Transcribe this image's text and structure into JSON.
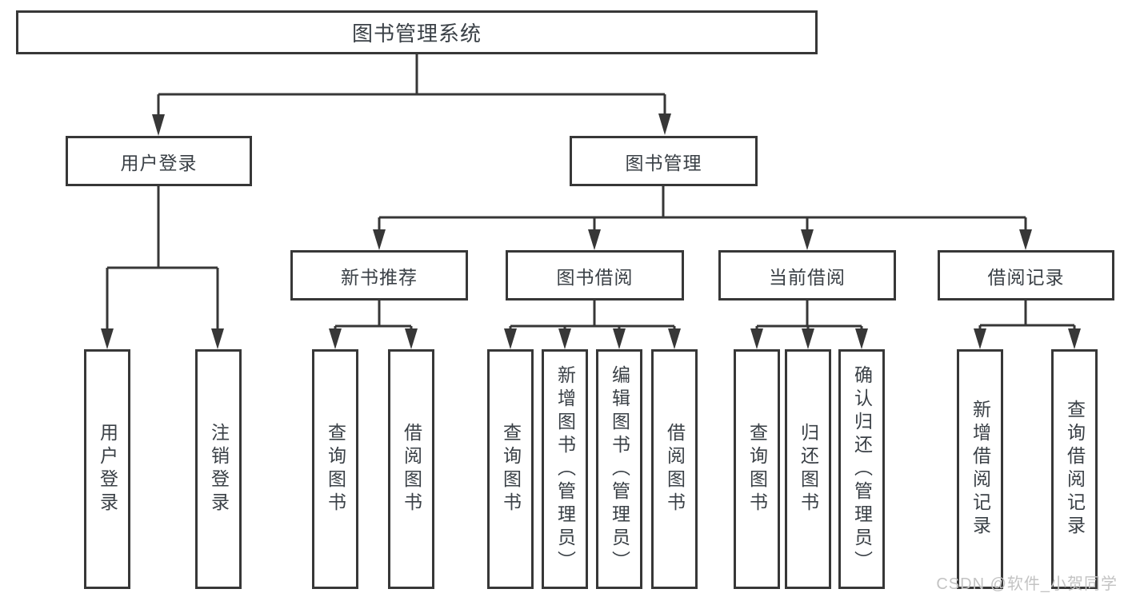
{
  "diagram": {
    "root": {
      "label": "图书管理系统"
    },
    "children": [
      {
        "label": "用户登录",
        "children": [
          {
            "label": "用户登录"
          },
          {
            "label": "注销登录"
          }
        ]
      },
      {
        "label": "图书管理",
        "children": [
          {
            "label": "新书推荐",
            "children": [
              {
                "label": "查询图书"
              },
              {
                "label": "借阅图书"
              }
            ]
          },
          {
            "label": "图书借阅",
            "children": [
              {
                "label": "查询图书"
              },
              {
                "label": "新增图书（管理员）"
              },
              {
                "label": "编辑图书（管理员）"
              },
              {
                "label": "借阅图书"
              }
            ]
          },
          {
            "label": "当前借阅",
            "children": [
              {
                "label": "查询图书"
              },
              {
                "label": "归还图书"
              },
              {
                "label": "确认归还（管理员）"
              }
            ]
          },
          {
            "label": "借阅记录",
            "children": [
              {
                "label": "新增借阅记录"
              },
              {
                "label": "查询借阅记录"
              }
            ]
          }
        ]
      }
    ]
  },
  "watermark": {
    "text": "CSDN @软件_小贺同学"
  },
  "colors": {
    "line": "#373737",
    "border": "#373737",
    "text": "#3a4046",
    "watermark": "#c3c3c3",
    "background": "#ffffff"
  }
}
